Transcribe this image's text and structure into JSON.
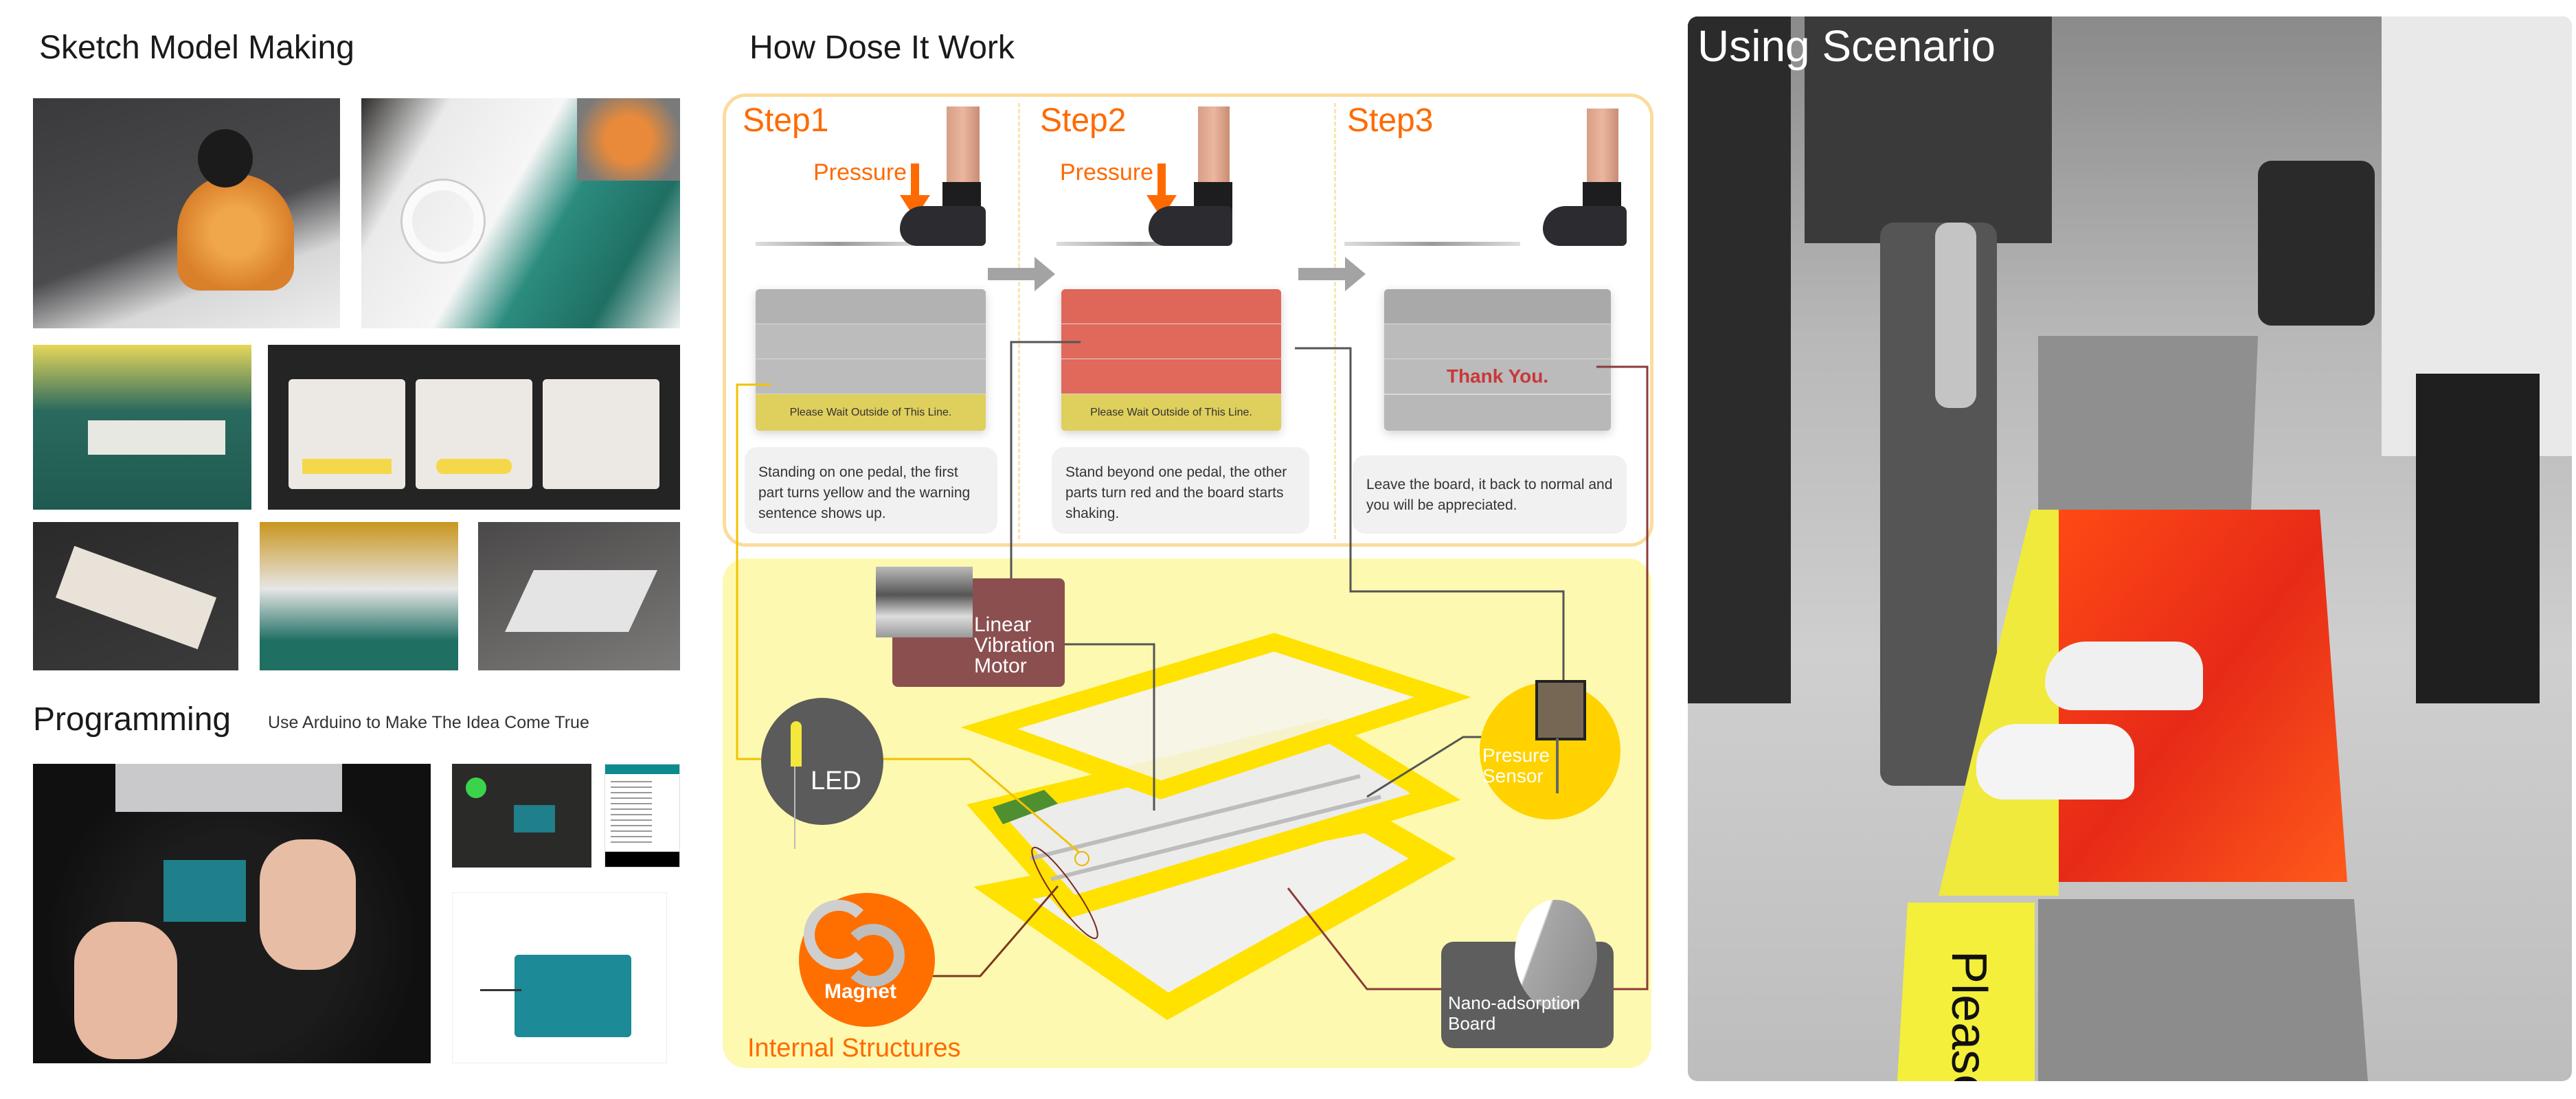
{
  "left": {
    "title": "Sketch Model Making",
    "programming_title": "Programming",
    "programming_subtitle": "Use Arduino to Make The Idea Come True"
  },
  "middle": {
    "title": "How Dose It Work",
    "steps": [
      {
        "label": "Step1",
        "pressure": "Pressure",
        "panel_text": "Please Wait Outside of This Line.",
        "description": "Standing on one pedal, the first part turns yellow and the warning sentence shows up."
      },
      {
        "label": "Step2",
        "pressure": "Pressure",
        "panel_text": "Please Wait Outside of This Line.",
        "description": "Stand beyond one pedal, the other parts turn red and the board starts shaking."
      },
      {
        "label": "Step3",
        "panel_text": "Thank You.",
        "description": "Leave the board, it back to normal and you will be appreciated."
      }
    ],
    "internal": {
      "title": "Internal Structures",
      "motor": "Linear\nVibration\nMotor",
      "led": "LED",
      "sensor": "Presure\nSensor",
      "magnet": "Magnet",
      "board": "Nano-adsorption\nBoard"
    }
  },
  "right": {
    "title": "Using Scenario",
    "mat_text": "Please"
  },
  "colors": {
    "accent_orange": "#ff6a00",
    "warning_yellow": "#dfcf5c",
    "alert_red": "#de6558",
    "internal_bg": "#fef9b0",
    "motor_box": "#8b4f4f",
    "sensor_circle": "#ffd200",
    "magnet_circle": "#ff6f00"
  }
}
